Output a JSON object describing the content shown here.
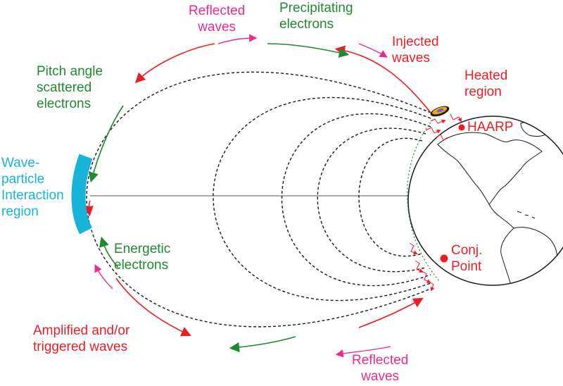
{
  "colors": {
    "red": "#ee1c25",
    "green": "#1f8b2e",
    "magenta": "#ec2a8f",
    "cyan": "#16b4d8",
    "black": "#1a1a1a",
    "earth_dots": "#1f8b2e"
  },
  "labels": {
    "reflected_top": [
      "Reflected",
      "waves"
    ],
    "precipitating": [
      "Precipitating",
      "electrons"
    ],
    "injected": [
      "Injected",
      "waves"
    ],
    "heated": [
      "Heated",
      "region"
    ],
    "haarp": "HAARP",
    "pitch_angle": [
      "Pitch angle",
      "scattered",
      "electrons"
    ],
    "wave_particle": [
      "Wave-",
      "particle",
      "Interaction",
      "region"
    ],
    "energetic": [
      "Energetic",
      "electrons"
    ],
    "conj_point": [
      "Conj.",
      "Point"
    ],
    "amplified": [
      "Amplified and/or",
      "triggered waves"
    ],
    "reflected_bottom": [
      "Reflected",
      "waves"
    ]
  },
  "icons": {
    "earth": "globe-icon",
    "heater": "heater-antenna-icon"
  }
}
